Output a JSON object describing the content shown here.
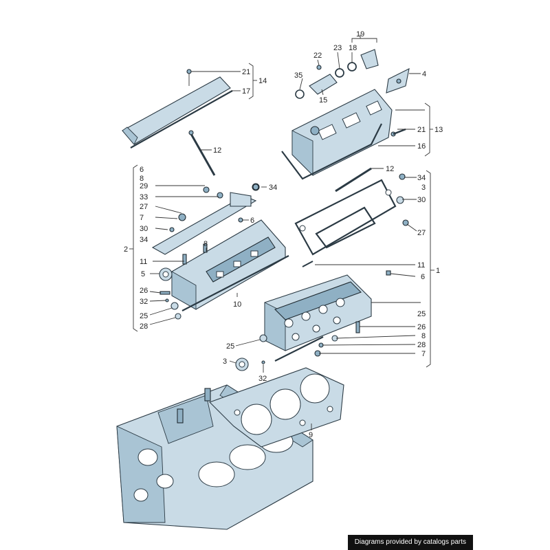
{
  "footer_credit": "Diagrams provided by catalogs parts",
  "callouts": {
    "c19": "19",
    "c23": "23",
    "c18": "18",
    "c22": "22",
    "c35": "35",
    "c15": "15",
    "c4": "4",
    "c21a": "21",
    "c14": "14",
    "c17": "17",
    "c13": "13",
    "c21b": "21",
    "c16": "16",
    "c12a": "12",
    "c12b": "12",
    "c34r": "34",
    "c3r": "3",
    "c30r": "30",
    "c27r": "27",
    "c6l": "6",
    "c8l": "8",
    "c29": "29",
    "c33": "33",
    "c27l": "27",
    "c7l": "7",
    "c30l": "30",
    "c34l": "34",
    "c2": "2",
    "c34m": "34",
    "c6m": "6",
    "c8m": "8",
    "c11l": "11",
    "c5": "5",
    "c26l": "26",
    "c32l": "32",
    "c25l": "25",
    "c28l": "28",
    "c10": "10",
    "c11r": "11",
    "c1": "1",
    "c6r": "6",
    "c25r": "25",
    "c26r": "26",
    "c8r": "8",
    "c28r": "28",
    "c7r": "7",
    "c25b": "25",
    "c3b": "3",
    "c32b": "32",
    "c9": "9"
  }
}
